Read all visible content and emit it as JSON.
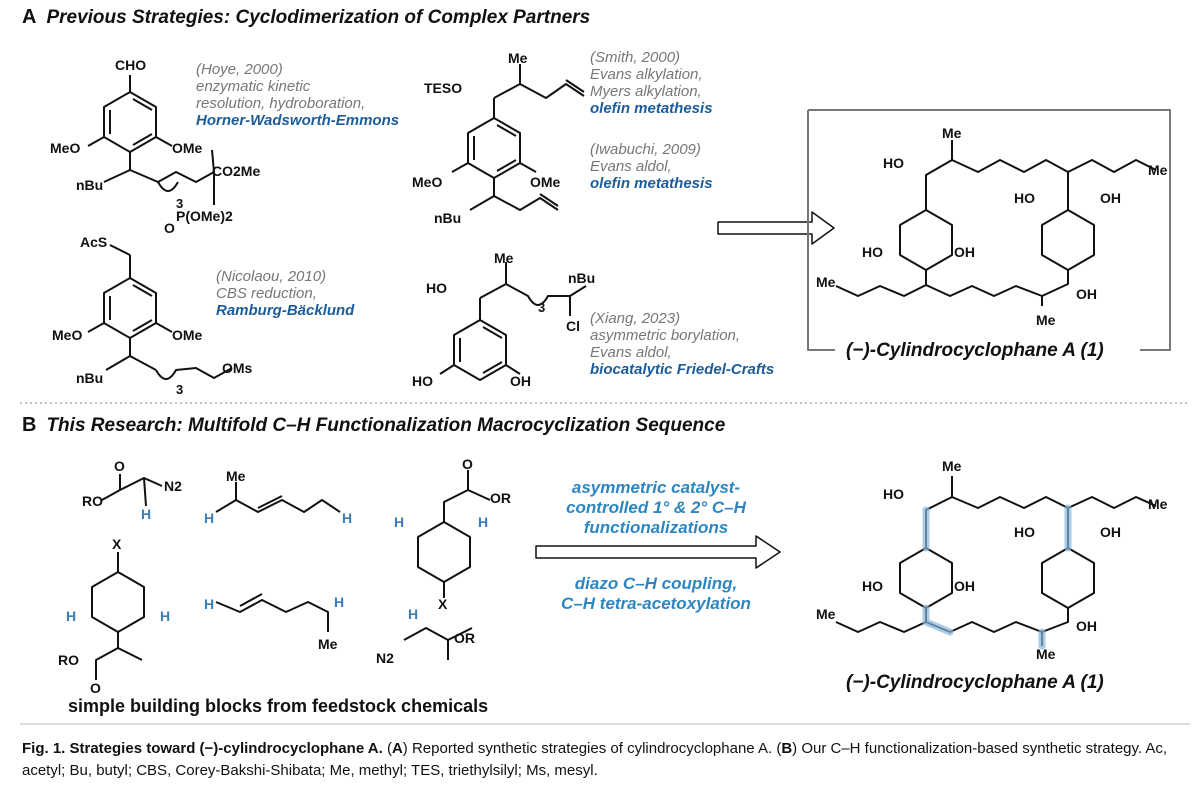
{
  "panelA": {
    "letter": "A",
    "title": "Previous Strategies: Cyclodimerization of Complex Partners",
    "refs": [
      {
        "author": "(Hoye, 2000)",
        "lines": [
          "enzymatic kinetic",
          "resolution, hydroboration,"
        ],
        "blue": "Horner-Wadsworth-Emmons"
      },
      {
        "author": "(Smith, 2000)",
        "lines": [
          "Evans alkylation,",
          "Myers alkylation,"
        ],
        "blue": "olefin metathesis"
      },
      {
        "author": "(Iwabuchi, 2009)",
        "lines": [
          "Evans aldol,"
        ],
        "blue": "olefin metathesis"
      },
      {
        "author": "(Nicolaou, 2010)",
        "lines": [
          "CBS reduction,"
        ],
        "blue": "Ramburg-Bäcklund"
      },
      {
        "author": "(Xiang, 2023)",
        "lines": [
          "asymmetric borylation,",
          "Evans aldol,"
        ],
        "blue": "biocatalytic Friedel-Crafts"
      }
    ],
    "product": "(−)-Cylindrocyclophane A (1)"
  },
  "panelB": {
    "letter": "B",
    "title": "This Research: Multifold C–H Functionalization Macrocyclization Sequence",
    "arrow_top": [
      "asymmetric catalyst-",
      "controlled 1° & 2° C–H",
      "functionalizations"
    ],
    "arrow_bottom": [
      "diazo C–H coupling,",
      "C–H tetra-acetoxylation"
    ],
    "building_blocks_label": "simple building blocks from feedstock chemicals",
    "product": "(−)-Cylindrocyclophane A (1)"
  },
  "atoms": {
    "CHO": "CHO",
    "MeO": "MeO",
    "OMe": "OMe",
    "nBu": "nBu",
    "CO2Me": "CO2Me",
    "POMe2": "P(OMe)2",
    "O": "O",
    "three": "3",
    "Me": "Me",
    "TESO": "TESO",
    "AcS": "AcS",
    "OMs": "OMs",
    "HO": "HO",
    "OH": "OH",
    "Cl": "Cl",
    "RO": "RO",
    "N2": "N2",
    "H": "H",
    "X": "X",
    "OR": "OR"
  },
  "caption": {
    "label": "Fig. 1. Strategies toward (−)-cylindrocyclophane A.",
    "text_a": " (",
    "A": "A",
    "text_b": ") Reported synthetic strategies of cylindrocyclophane A. (",
    "B": "B",
    "text_c": ") Our C–H functionalization-based synthetic strategy. Ac, acetyl; Bu, butyl; CBS, Corey-Bakshi-Shibata; Me, methyl; TES, triethylsilyl; Ms, mesyl."
  }
}
